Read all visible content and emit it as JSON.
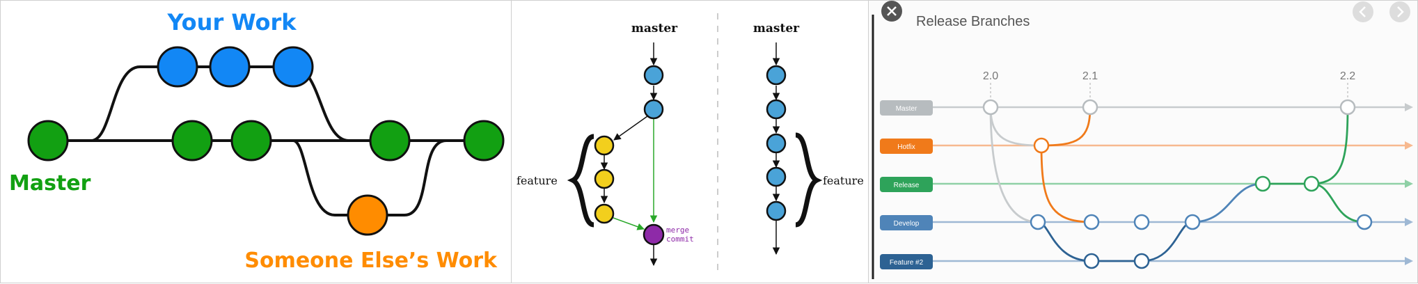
{
  "panel_git_basic": {
    "your_work_label": "Your Work",
    "master_label": "Master",
    "someone_label": "Someone Else’s Work",
    "colors": {
      "master": "#12a012",
      "your_work": "#1287f5",
      "someone": "#ff8c00"
    }
  },
  "panel_merge": {
    "master_label_left": "master",
    "master_label_right": "master",
    "feature_label_left": "feature",
    "feature_label_right": "feature",
    "merge_commit_line1": "merge",
    "merge_commit_line2": "commit",
    "colors": {
      "commit": "#4aa3d8",
      "feature": "#f2cf1d",
      "merge": "#8e2aa8",
      "merge_arrow": "#2aa82a"
    }
  },
  "panel_release": {
    "title": "Release Branches",
    "tags": [
      "2.0",
      "2.1",
      "2.2"
    ],
    "lanes": [
      {
        "label": "Master",
        "color": "#b7bcbf"
      },
      {
        "label": "Hotfix",
        "color": "#f07a1a"
      },
      {
        "label": "Release",
        "color": "#2ea35a"
      },
      {
        "label": "Develop",
        "color": "#4f84b8"
      },
      {
        "label": "Feature #2",
        "color": "#2d6293"
      }
    ],
    "icons": [
      "close-icon",
      "chevron-left-icon",
      "chevron-right-icon"
    ]
  }
}
